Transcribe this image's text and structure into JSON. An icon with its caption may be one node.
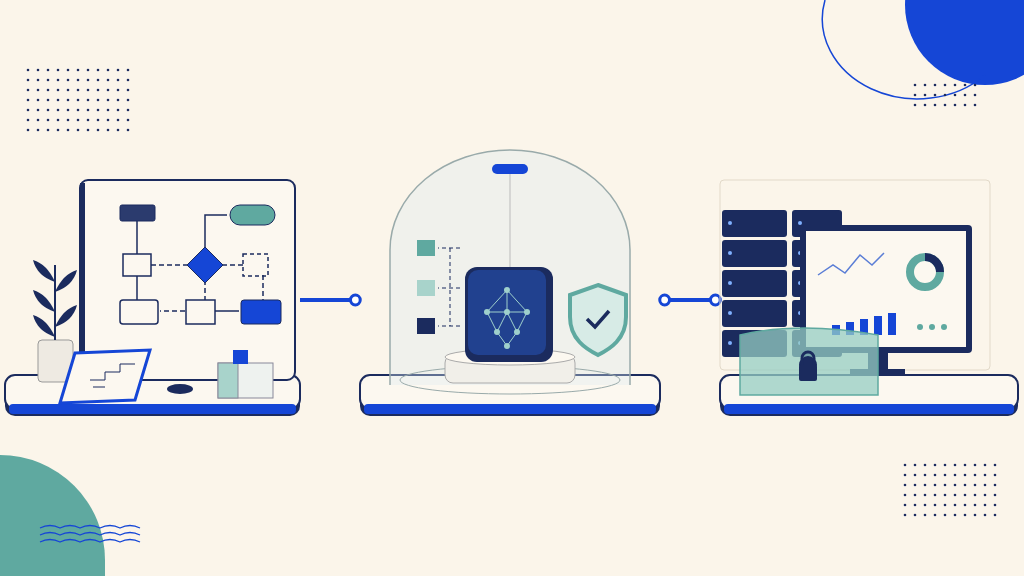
{
  "diagram": {
    "nodes": [
      {
        "text": [],
        "shape": "picture"
      },
      {
        "text": [],
        "shape": "picture"
      },
      {
        "text": [],
        "shape": "picture"
      }
    ],
    "edges": [
      {
        "from": 0,
        "to": 1,
        "arrow": "other"
      },
      {
        "from": 1,
        "to": 2,
        "arrow": "other"
      }
    ]
  }
}
